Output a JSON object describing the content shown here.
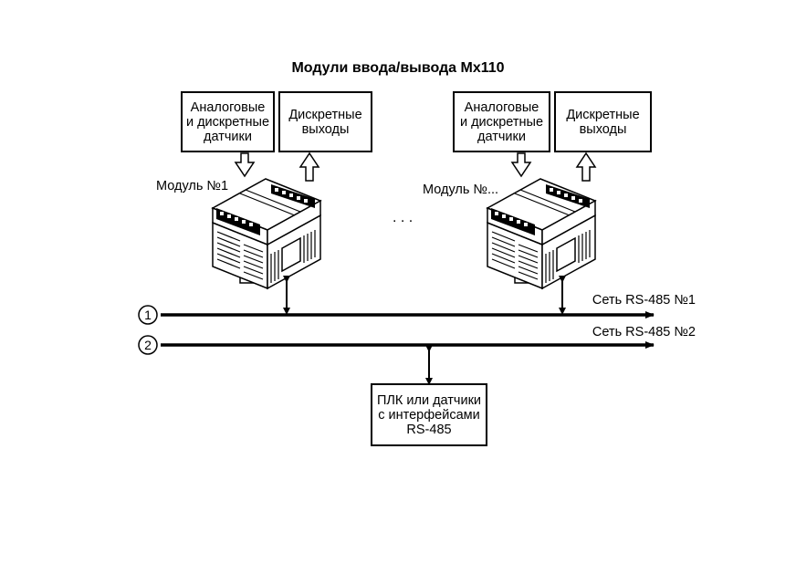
{
  "title": "Модули ввода/вывода Мх110",
  "modules": [
    {
      "label": "Модуль №1",
      "input_box": "Аналоговые\nи дискретные\nдатчики",
      "output_box": "Дискретные\nвыходы"
    },
    {
      "label": "Модуль №...",
      "input_box": "Аналоговые\nи дискретные\nдатчики",
      "output_box": "Дискретные\nвыходы"
    }
  ],
  "ellipsis": ". . .",
  "networks": [
    {
      "marker": "1",
      "label": "Сеть RS-485 №1"
    },
    {
      "marker": "2",
      "label": "Сеть RS-485 №2"
    }
  ],
  "plc_box": "ПЛК или датчики\nс интерфейсами\nRS-485"
}
